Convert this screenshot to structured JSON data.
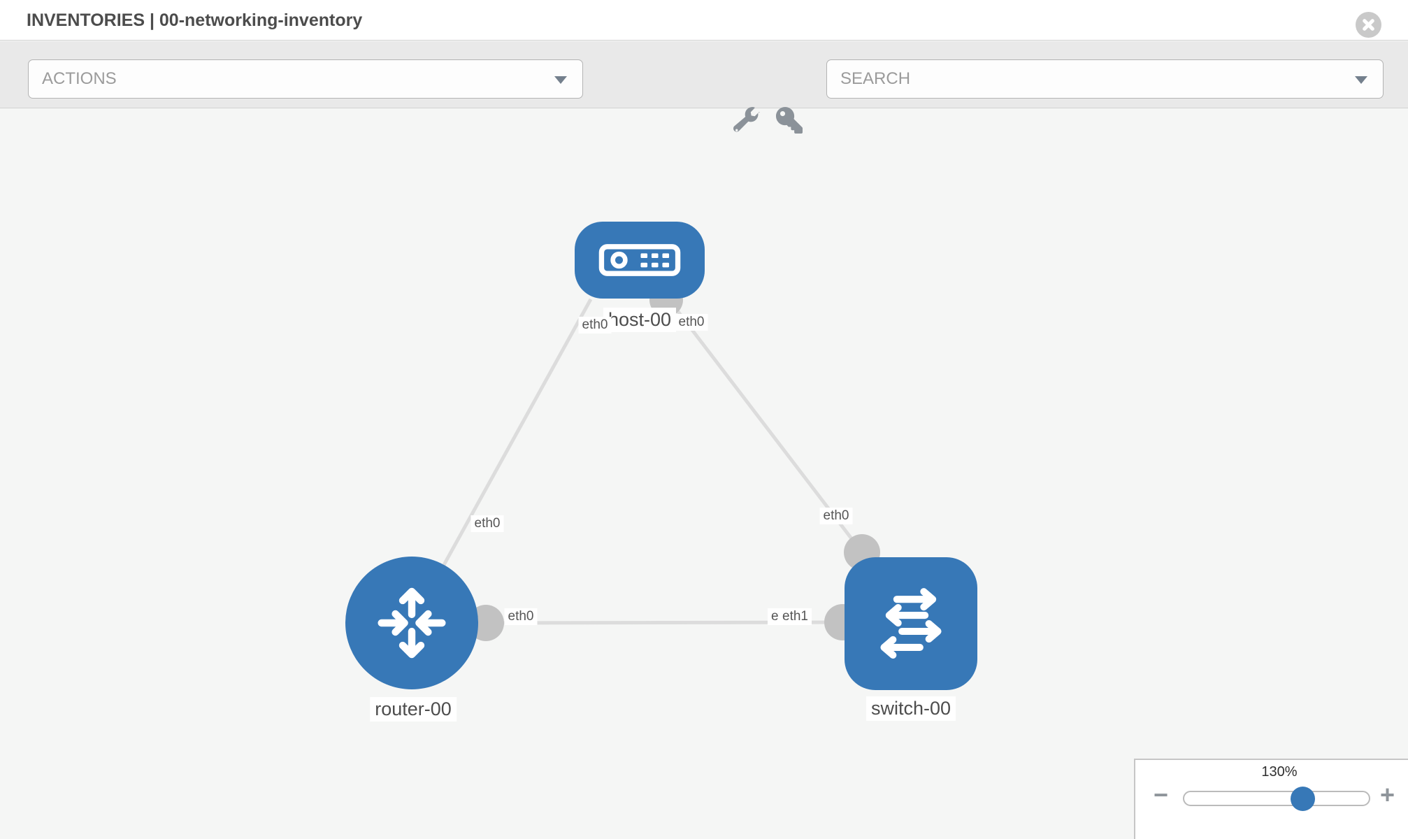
{
  "header": {
    "title": "INVENTORIES | 00-networking-inventory"
  },
  "toolbar": {
    "actions": {
      "placeholder": "ACTIONS"
    },
    "search": {
      "placeholder": "SEARCH"
    },
    "icon_names": [
      "wrench-icon",
      "key-icon"
    ]
  },
  "topology": {
    "nodes": [
      {
        "label": "host-00",
        "type": "host"
      },
      {
        "label": "router-00",
        "type": "router"
      },
      {
        "label": "switch-00",
        "type": "switch"
      }
    ],
    "port_labels": [
      {
        "label": "eth0",
        "location": "host-left"
      },
      {
        "label": "eth0",
        "location": "host-right"
      },
      {
        "label": "eth0",
        "location": "router-host-link"
      },
      {
        "label": "eth0",
        "location": "host-switch-link"
      },
      {
        "label": "eth0",
        "location": "router-switch-link-router-end"
      },
      {
        "label": "eth0",
        "location": "switch-left-under-overlap"
      },
      {
        "label": "eth1",
        "location": "switch-left-over-overlap"
      }
    ]
  },
  "zoom_control": {
    "level": "130%",
    "minus_label": "−",
    "plus_label": "+"
  },
  "colors": {
    "node_blue": "#3778b7",
    "port_gray": "#c2c2c2",
    "link_gray": "#dcdcdc",
    "toolbar_gray": "#e9e9e9"
  }
}
